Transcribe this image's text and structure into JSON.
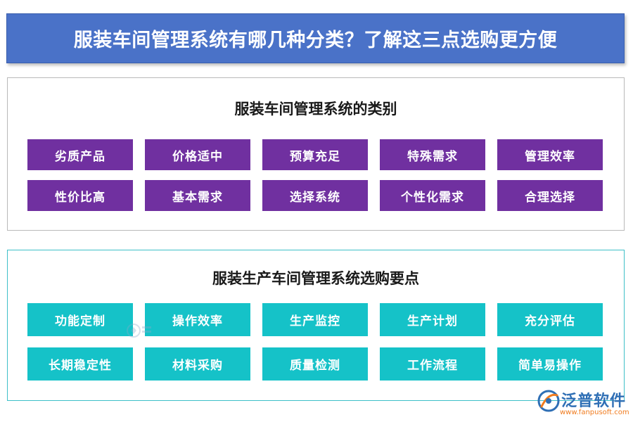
{
  "header": {
    "title": "服装车间管理系统有哪几种分类？了解这三点选购更方便"
  },
  "categories_section": {
    "title": "服装车间管理系统的类别",
    "items": [
      "劣质产品",
      "价格适中",
      "预算充足",
      "特殊需求",
      "管理效率",
      "性价比高",
      "基本需求",
      "选择系统",
      "个性化需求",
      "合理选择"
    ]
  },
  "purchase_section": {
    "title": "服装生产车间管理系统选购要点",
    "items": [
      "功能定制",
      "操作效率",
      "生产监控",
      "生产计划",
      "充分评估",
      "长期稳定性",
      "材料采购",
      "质量检测",
      "工作流程",
      "简单易操作"
    ]
  },
  "logo": {
    "name": "泛普软件",
    "url": "www.fanpusoft.com"
  },
  "colors": {
    "header_bg": "#4a72c8",
    "category_tag": "#7030a0",
    "purchase_tag": "#15c2c8",
    "purchase_border": "#3ec0c8",
    "logo_blue": "#2f6fb5",
    "logo_orange": "#f07b1e"
  }
}
